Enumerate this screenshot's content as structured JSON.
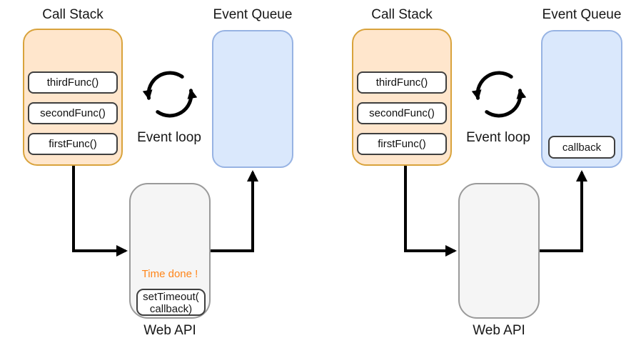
{
  "colors": {
    "call_stack_fill": "#FFE6CC",
    "call_stack_stroke": "#D9A33C",
    "event_queue_fill": "#DAE8FC",
    "event_queue_stroke": "#97B3E3",
    "web_api_fill": "#F5F5F5",
    "web_api_stroke": "#9A9A9A",
    "status_orange": "#FF8519",
    "text": "#161616",
    "arrow": "#000000"
  },
  "panels": [
    {
      "name": "before-callback-queued",
      "call_stack": {
        "title": "Call Stack",
        "frames": [
          "thirdFunc()",
          "secondFunc()",
          "firstFunc()"
        ]
      },
      "event_loop_label": "Event loop",
      "event_queue": {
        "title": "Event Queue",
        "items": []
      },
      "web_api": {
        "label": "Web API",
        "status": "Time done !",
        "task_line1": "setTimeout(",
        "task_line2": "callback)"
      }
    },
    {
      "name": "after-callback-queued",
      "call_stack": {
        "title": "Call Stack",
        "frames": [
          "thirdFunc()",
          "secondFunc()",
          "firstFunc()"
        ]
      },
      "event_loop_label": "Event loop",
      "event_queue": {
        "title": "Event Queue",
        "items": [
          "callback"
        ]
      },
      "web_api": {
        "label": "Web API"
      }
    }
  ]
}
